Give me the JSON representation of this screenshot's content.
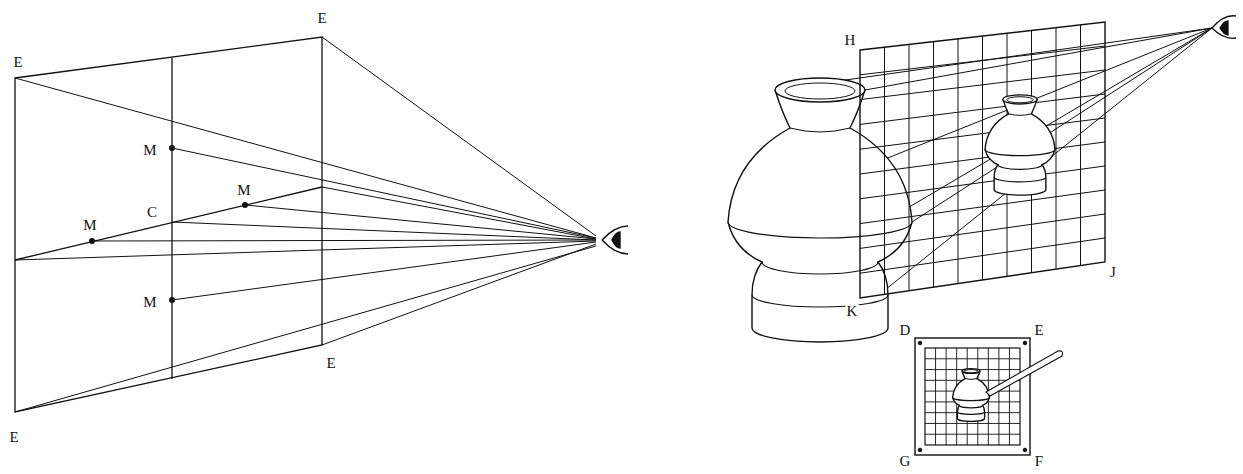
{
  "diagram": {
    "labels": [
      "E",
      "E",
      "E",
      "E",
      "M",
      "M",
      "M",
      "M",
      "C",
      "H",
      "J",
      "K",
      "D",
      "E",
      "F",
      "G"
    ]
  }
}
